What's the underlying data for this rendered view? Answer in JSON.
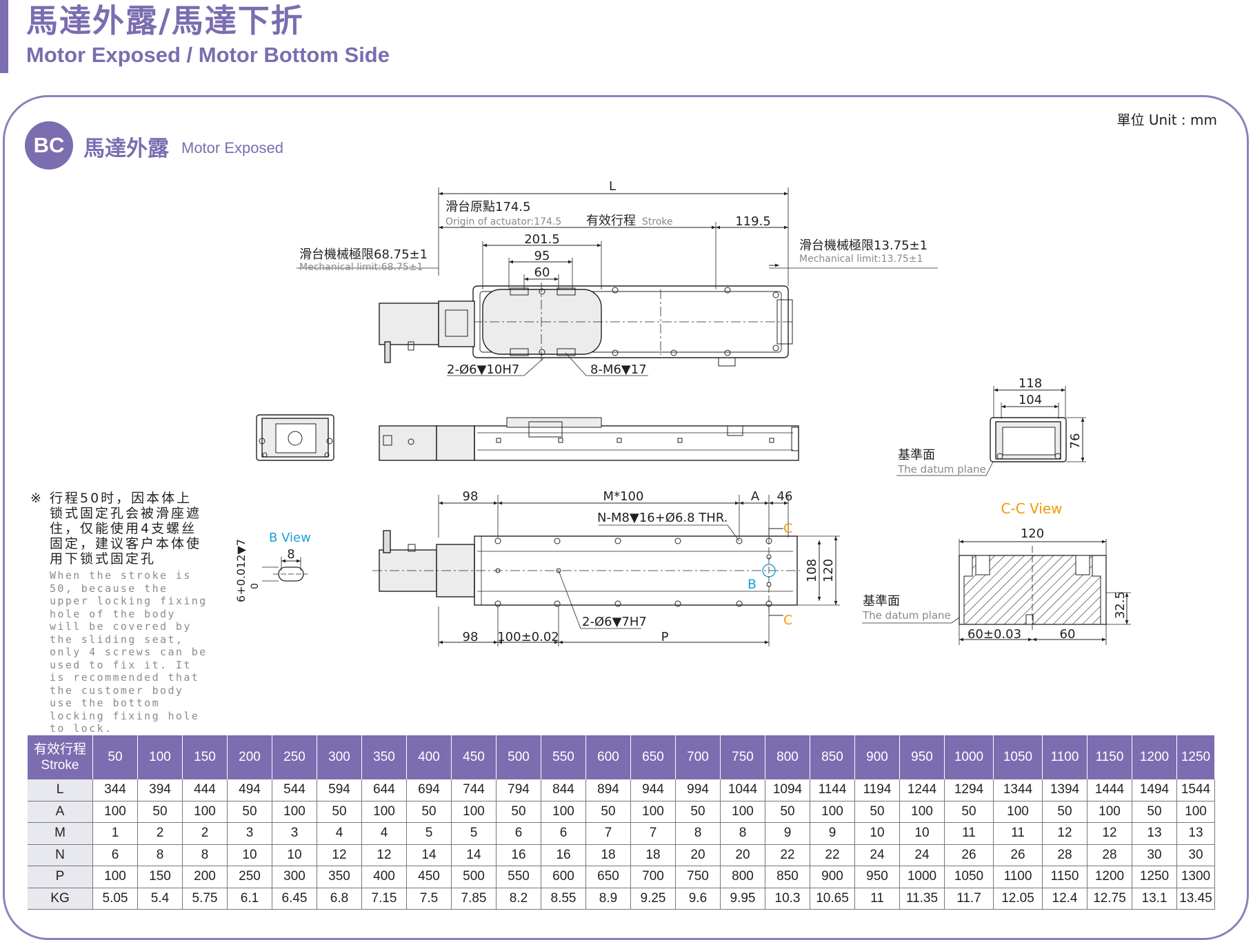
{
  "header": {
    "title_cn": "馬達外露/馬達下折",
    "title_en": "Motor Exposed / Motor Bottom Side",
    "unit": "單位 Unit : mm"
  },
  "section": {
    "badge": "BC",
    "title_cn": "馬達外露",
    "title_en": "Motor Exposed"
  },
  "drawing": {
    "L": "L",
    "origin_cn": "滑台原點174.5",
    "origin_en": "Origin of actuator:174.5",
    "stroke_cn": "有效行程",
    "stroke_en": "Stroke",
    "d119": "119.5",
    "d2015": "201.5",
    "d95": "95",
    "d60": "60",
    "mech_left_cn": "滑台機械極限68.75±1",
    "mech_left_en": "Mechanical limit:68.75±1",
    "mech_right_cn": "滑台機械極限13.75±1",
    "mech_right_en": "Mechanical limit:13.75±1",
    "hole_2": "2-Ø6▼10H7",
    "hole_8": "8-M6▼17",
    "d118": "118",
    "d104": "104",
    "d76": "76",
    "datum_cn": "基準面",
    "datum_en": "The datum plane",
    "d98": "98",
    "m100": "M*100",
    "dA": "A",
    "d46": "46",
    "n_thr": "N-M8▼16+Ø6.8 THR.",
    "cmark": "C",
    "bmark": "B",
    "d108": "108",
    "d120": "120",
    "hole_bottom": "2-Ø6▼7H7",
    "d98b": "98",
    "tol100": "100±0.02",
    "dP": "P",
    "bview": "B View",
    "bview_8": "8",
    "bview_tol": "6+0.012▼7",
    "bview_zero": "0",
    "ccview": "C-C View",
    "cc120": "120",
    "cc325": "32.5",
    "cc60tol": "60±0.03",
    "cc60": "60"
  },
  "note": {
    "mark": "※",
    "cn": "行程50时，因本体上锁式固定孔会被滑座遮住，仅能使用4支螺丝固定，建议客户本体使用下锁式固定孔",
    "en": "When the stroke is 50, because the upper locking fixing hole of the body will be covered by the sliding seat, only 4 screws can be used to fix it. It is recommended that the customer body use the bottom locking fixing hole to lock."
  },
  "table": {
    "header_cn": "有效行程",
    "header_en": "Stroke",
    "strokes": [
      "50",
      "100",
      "150",
      "200",
      "250",
      "300",
      "350",
      "400",
      "450",
      "500",
      "550",
      "600",
      "650",
      "700",
      "750",
      "800",
      "850",
      "900",
      "950",
      "1000",
      "1050",
      "1100",
      "1150",
      "1200",
      "1250"
    ],
    "rows": [
      {
        "label": "L",
        "values": [
          "344",
          "394",
          "444",
          "494",
          "544",
          "594",
          "644",
          "694",
          "744",
          "794",
          "844",
          "894",
          "944",
          "994",
          "1044",
          "1094",
          "1144",
          "1194",
          "1244",
          "1294",
          "1344",
          "1394",
          "1444",
          "1494",
          "1544"
        ]
      },
      {
        "label": "A",
        "values": [
          "100",
          "50",
          "100",
          "50",
          "100",
          "50",
          "100",
          "50",
          "100",
          "50",
          "100",
          "50",
          "100",
          "50",
          "100",
          "50",
          "100",
          "50",
          "100",
          "50",
          "100",
          "50",
          "100",
          "50",
          "100"
        ]
      },
      {
        "label": "M",
        "values": [
          "1",
          "2",
          "2",
          "3",
          "3",
          "4",
          "4",
          "5",
          "5",
          "6",
          "6",
          "7",
          "7",
          "8",
          "8",
          "9",
          "9",
          "10",
          "10",
          "11",
          "11",
          "12",
          "12",
          "13",
          "13"
        ]
      },
      {
        "label": "N",
        "values": [
          "6",
          "8",
          "8",
          "10",
          "10",
          "12",
          "12",
          "14",
          "14",
          "16",
          "16",
          "18",
          "18",
          "20",
          "20",
          "22",
          "22",
          "24",
          "24",
          "26",
          "26",
          "28",
          "28",
          "30",
          "30"
        ]
      },
      {
        "label": "P",
        "values": [
          "100",
          "150",
          "200",
          "250",
          "300",
          "350",
          "400",
          "450",
          "500",
          "550",
          "600",
          "650",
          "700",
          "750",
          "800",
          "850",
          "900",
          "950",
          "1000",
          "1050",
          "1100",
          "1150",
          "1200",
          "1250",
          "1300"
        ]
      },
      {
        "label": "KG",
        "values": [
          "5.05",
          "5.4",
          "5.75",
          "6.1",
          "6.45",
          "6.8",
          "7.15",
          "7.5",
          "7.85",
          "8.2",
          "8.55",
          "8.9",
          "9.25",
          "9.6",
          "9.95",
          "10.3",
          "10.65",
          "11",
          "11.35",
          "11.7",
          "12.05",
          "12.4",
          "12.75",
          "13.1",
          "13.45"
        ]
      }
    ]
  },
  "colors": {
    "accent": "#7b6db0",
    "orange": "#f39800",
    "cyan": "#1a9fd9"
  }
}
